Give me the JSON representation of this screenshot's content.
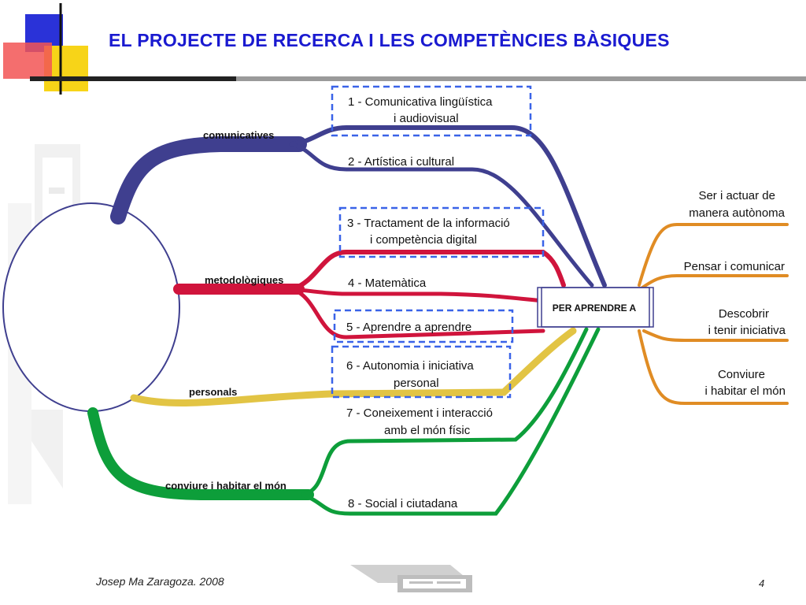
{
  "title": "EL PROJECTE DE RECERCA I LES COMPETÈNCIES BÀSIQUES",
  "footer": {
    "author": "Josep Ma Zaragoza. 2008",
    "page": "4"
  },
  "center_box": {
    "label": "PER APRENDRE A"
  },
  "colors": {
    "title": "#1a1ad0",
    "comunicatives": "#3f3f8f",
    "metodologiques": "#d0143c",
    "personals": "#e2c444",
    "conviure": "#0d9e3a",
    "right_branches": "#e08c24",
    "highlight_dashed": "#3a63e8"
  },
  "groups": [
    {
      "id": "comunicatives",
      "label": "comunicatives"
    },
    {
      "id": "metodologiques",
      "label": "metodològiques"
    },
    {
      "id": "personals",
      "label": "personals"
    },
    {
      "id": "conviure",
      "label": "conviure i habitar el món"
    }
  ],
  "competencies": [
    {
      "line1": "1 - Comunicativa lingüística",
      "line2": "i audiovisual",
      "group": "comunicatives",
      "highlighted": true
    },
    {
      "line1": "2 - Artística i cultural",
      "line2": "",
      "group": "comunicatives",
      "highlighted": false
    },
    {
      "line1": "3 - Tractament de la informació",
      "line2": "i competència digital",
      "group": "metodologiques",
      "highlighted": true
    },
    {
      "line1": "4 - Matemàtica",
      "line2": "",
      "group": "metodologiques",
      "highlighted": false
    },
    {
      "line1": "5 - Aprendre a aprendre",
      "line2": "",
      "group": "metodologiques",
      "highlighted": true
    },
    {
      "line1": "6 - Autonomia i iniciativa",
      "line2": "personal",
      "group": "personals",
      "highlighted": true
    },
    {
      "line1": "7 - Coneixement i interacció",
      "line2": "amb el món físic",
      "group": "conviure",
      "highlighted": false
    },
    {
      "line1": "8 - Social i ciutadana",
      "line2": "",
      "group": "conviure",
      "highlighted": false
    }
  ],
  "outcomes": [
    {
      "line1": "Ser i actuar de",
      "line2": "manera autònoma"
    },
    {
      "line1": "Pensar i comunicar",
      "line2": ""
    },
    {
      "line1": "Descobrir",
      "line2": "i tenir iniciativa"
    },
    {
      "line1": "Conviure",
      "line2": "i habitar el món"
    }
  ]
}
